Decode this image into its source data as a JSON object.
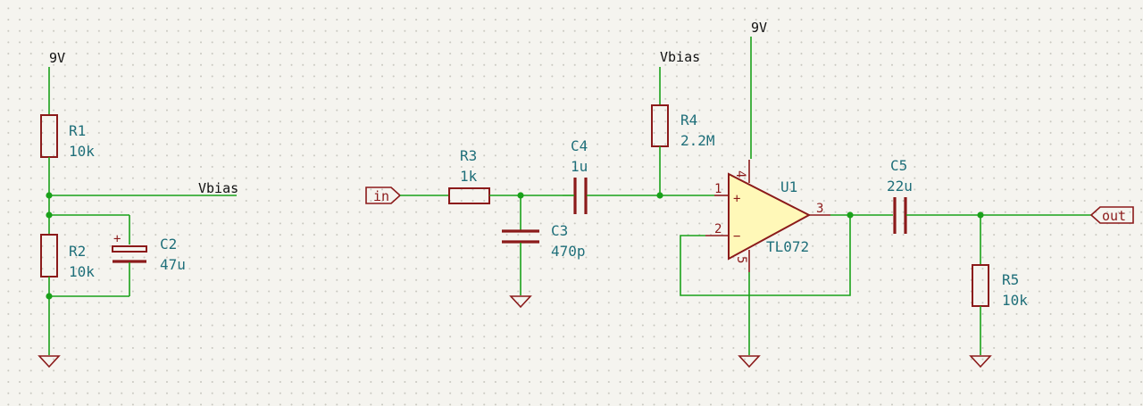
{
  "nets": {
    "v9_left": "9V",
    "v9_right": "9V",
    "vbias_left": "Vbias",
    "vbias_mid": "Vbias"
  },
  "ports": {
    "input": "in",
    "output": "out"
  },
  "components": {
    "R1": {
      "ref": "R1",
      "value": "10k"
    },
    "R2": {
      "ref": "R2",
      "value": "10k"
    },
    "C2": {
      "ref": "C2",
      "value": "47u"
    },
    "R3": {
      "ref": "R3",
      "value": "1k"
    },
    "C3": {
      "ref": "C3",
      "value": "470p"
    },
    "C4": {
      "ref": "C4",
      "value": "1u"
    },
    "R4": {
      "ref": "R4",
      "value": "2.2M"
    },
    "U1": {
      "ref": "U1",
      "value": "TL072",
      "pins": {
        "noninv": "1",
        "inv": "2",
        "out": "3",
        "vplus": "4",
        "vminus": "5"
      },
      "plus_sign": "+",
      "minus_sign": "−"
    },
    "C5": {
      "ref": "C5",
      "value": "22u"
    },
    "R5": {
      "ref": "R5",
      "value": "10k"
    }
  },
  "c2_polarity": "+",
  "colors": {
    "wire": "#1aa11a",
    "symbol": "#8b1a1a",
    "opamp_fill": "#fff8b8",
    "reference_text": "#1f6f7a",
    "background": "#f5f4ef"
  }
}
